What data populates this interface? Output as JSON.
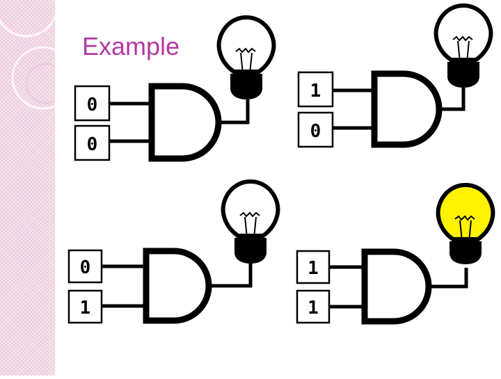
{
  "title": "Example",
  "colors": {
    "title": "#b23aa0",
    "band": "#f7e3ee",
    "bulb_on": "#fff200",
    "bulb_off": "#ffffff",
    "ink": "#000000"
  },
  "icons": [
    "and-gate-icon",
    "light-bulb-icon"
  ],
  "circuits": [
    {
      "input_a": "0",
      "input_b": "0",
      "bulb_on": false
    },
    {
      "input_a": "1",
      "input_b": "0",
      "bulb_on": false
    },
    {
      "input_a": "0",
      "input_b": "1",
      "bulb_on": false
    },
    {
      "input_a": "1",
      "input_b": "1",
      "bulb_on": true
    }
  ]
}
